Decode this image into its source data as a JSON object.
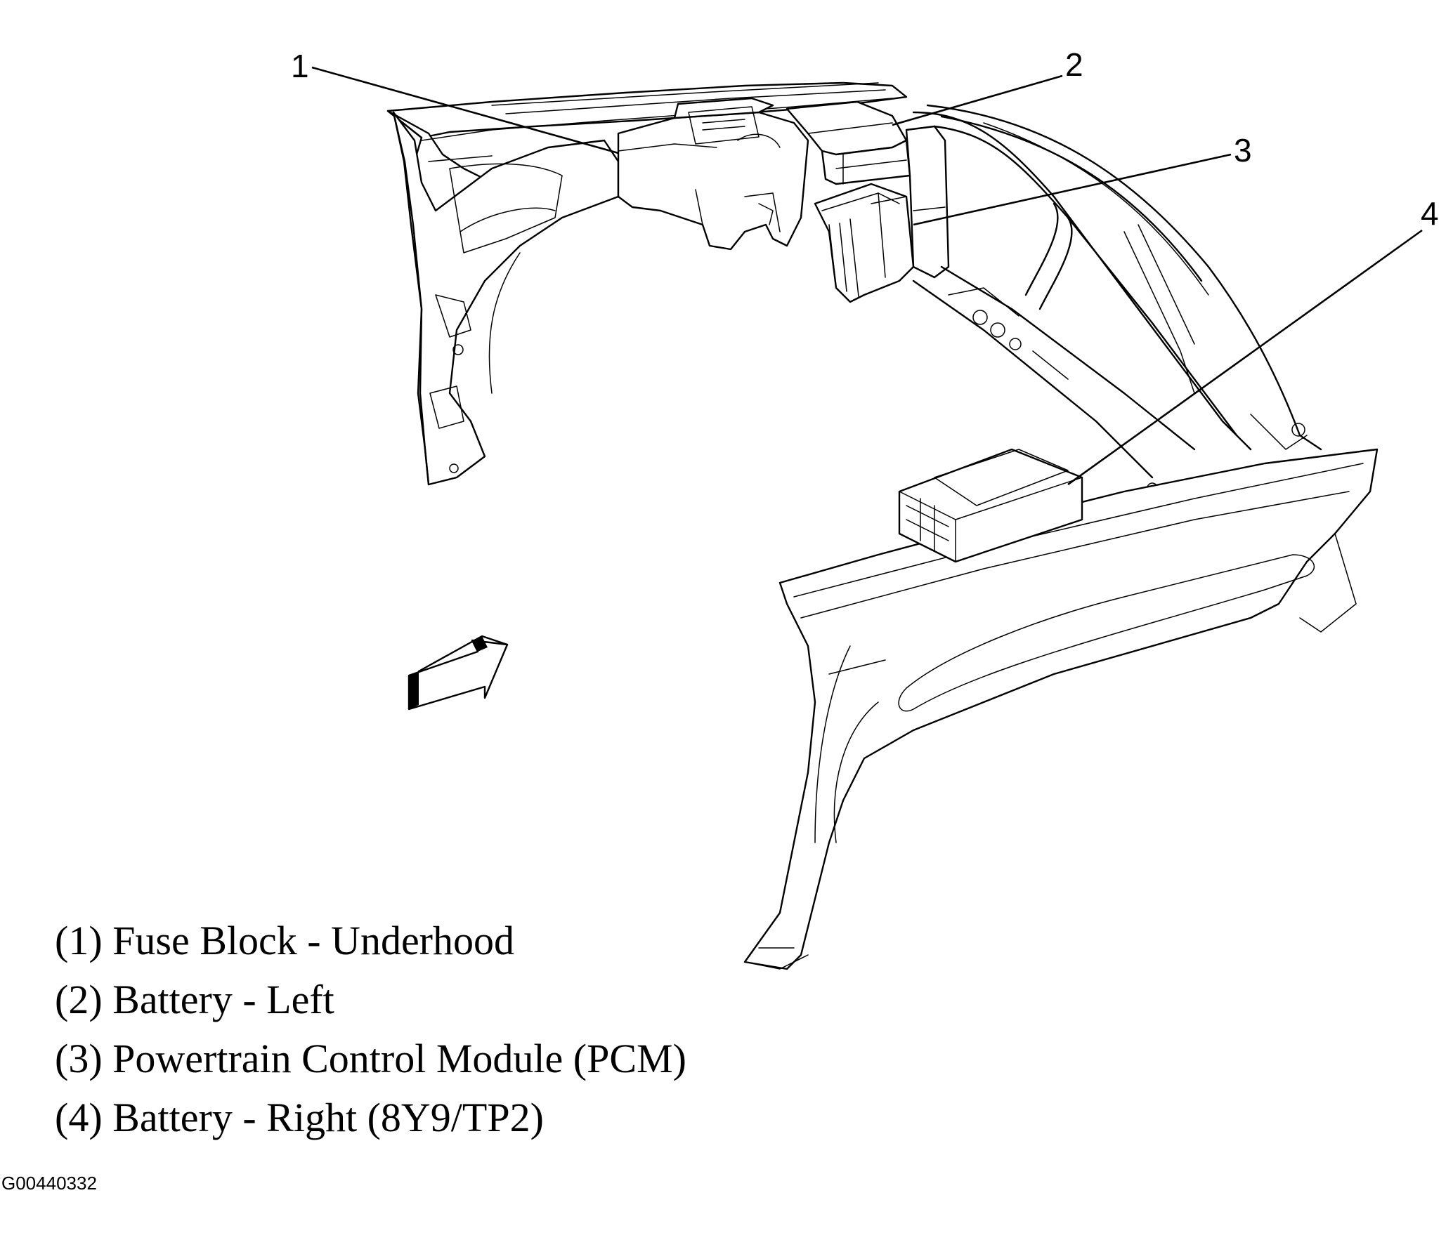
{
  "callouts": [
    {
      "number": "1",
      "component": "Fuse Block - Underhood"
    },
    {
      "number": "2",
      "component": "Battery - Left"
    },
    {
      "number": "3",
      "component": "Powertrain Control Module (PCM)"
    },
    {
      "number": "4",
      "component": "Battery - Right (8Y9/TP2)"
    }
  ],
  "legend": [
    "(1) Fuse Block - Underhood",
    "(2) Battery - Left",
    "(3) Powertrain Control Module (PCM)",
    "(4) Battery - Right (8Y9/TP2)"
  ],
  "figure_code": "G00440332",
  "icons": {
    "view_arrow": "direction-of-view-arrow-icon"
  }
}
